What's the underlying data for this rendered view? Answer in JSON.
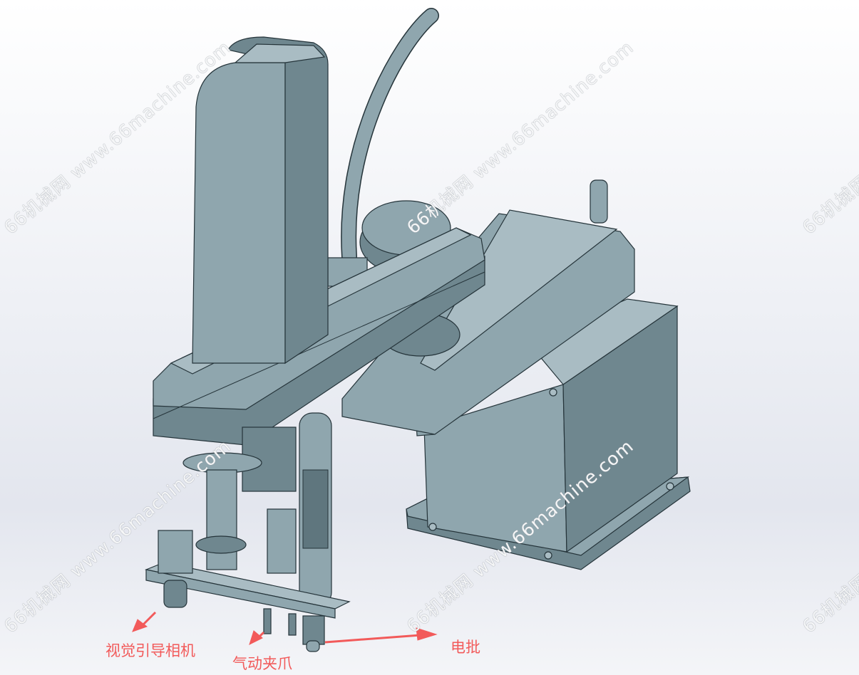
{
  "watermark": "66机械网 www.66machine.com",
  "labels": {
    "camera": "视觉引导相机",
    "gripper": "气动夹爪",
    "screwdriver": "电批"
  },
  "colors": {
    "annotation": "#f25a5a",
    "body": "#8fa6ae",
    "outline": "#25343a"
  }
}
